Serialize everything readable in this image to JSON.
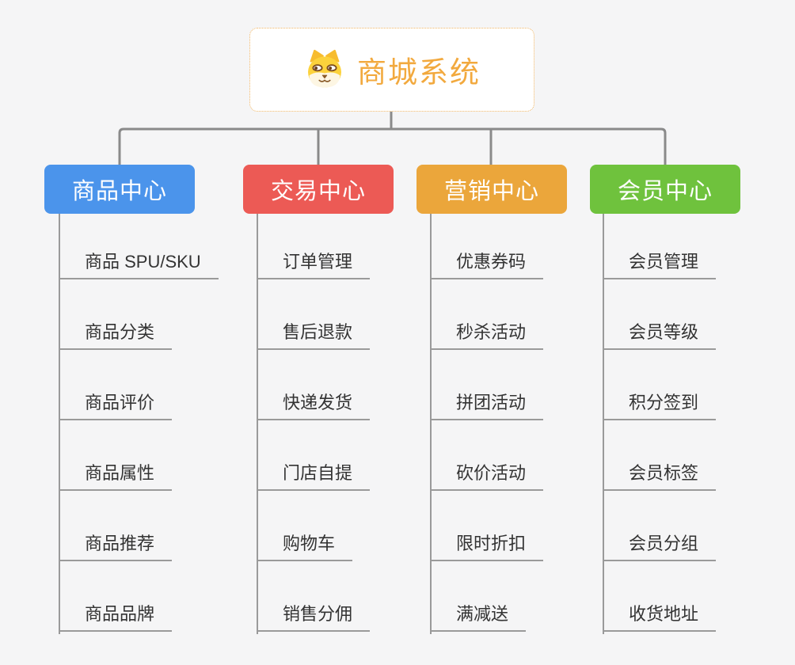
{
  "root": {
    "title": "商城系统",
    "title_color": "#f2a93e",
    "border_color": "#f0b564",
    "icon": "dog-face-icon"
  },
  "connector_color": "#8a8a8a",
  "line_color": "#9a9a9a",
  "branches": [
    {
      "label": "商品中心",
      "color": "#4b94eb",
      "items": [
        "商品 SPU/SKU",
        "商品分类",
        "商品评价",
        "商品属性",
        "商品推荐",
        "商品品牌"
      ]
    },
    {
      "label": "交易中心",
      "color": "#ec5a55",
      "items": [
        "订单管理",
        "售后退款",
        "快递发货",
        "门店自提",
        "购物车",
        "销售分佣"
      ]
    },
    {
      "label": "营销中心",
      "color": "#eba63b",
      "items": [
        "优惠券码",
        "秒杀活动",
        "拼团活动",
        "砍价活动",
        "限时折扣",
        "满减送"
      ]
    },
    {
      "label": "会员中心",
      "color": "#6fc23d",
      "items": [
        "会员管理",
        "会员等级",
        "积分签到",
        "会员标签",
        "会员分组",
        "收货地址"
      ]
    }
  ]
}
